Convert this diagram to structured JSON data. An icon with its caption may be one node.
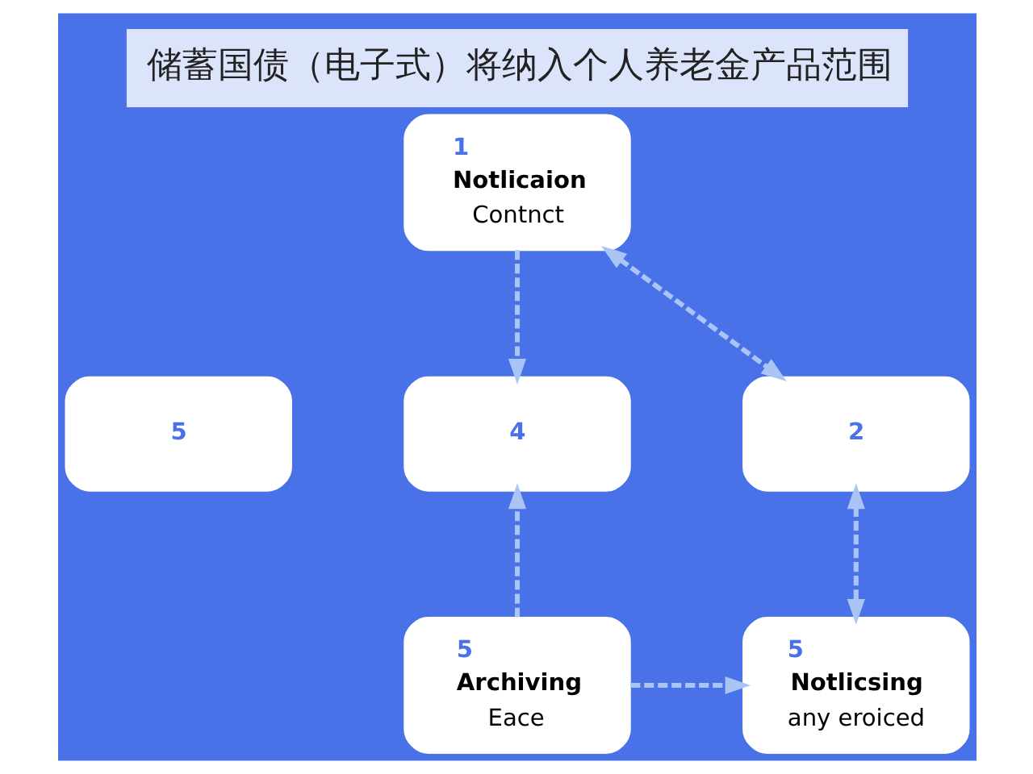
{
  "diagram": {
    "title": "储蓄国债（电子式）将纳入个人养老金产品范围",
    "nodes": [
      {
        "text": [
          "1",
          "Notlicaion",
          "Contnct"
        ]
      },
      {
        "text": [
          "2"
        ]
      },
      {
        "text": [
          "5"
        ]
      },
      {
        "text": [
          "4"
        ]
      },
      {
        "text": [
          "5",
          "Notlicsing",
          "any eroiced"
        ]
      },
      {
        "text": [
          "5",
          "Archiving",
          "Eace"
        ]
      }
    ],
    "edges": [
      {
        "from": 0,
        "to": 3,
        "arrow": "to",
        "style": "dashed"
      },
      {
        "from": 0,
        "to": 1,
        "arrow": "both",
        "style": "dashed"
      },
      {
        "from": 1,
        "to": 4,
        "arrow": "both",
        "style": "dashed"
      },
      {
        "from": 5,
        "to": 4,
        "arrow": "to",
        "style": "dashed"
      },
      {
        "from": 5,
        "to": 3,
        "arrow": "to",
        "style": "dashed"
      }
    ]
  }
}
